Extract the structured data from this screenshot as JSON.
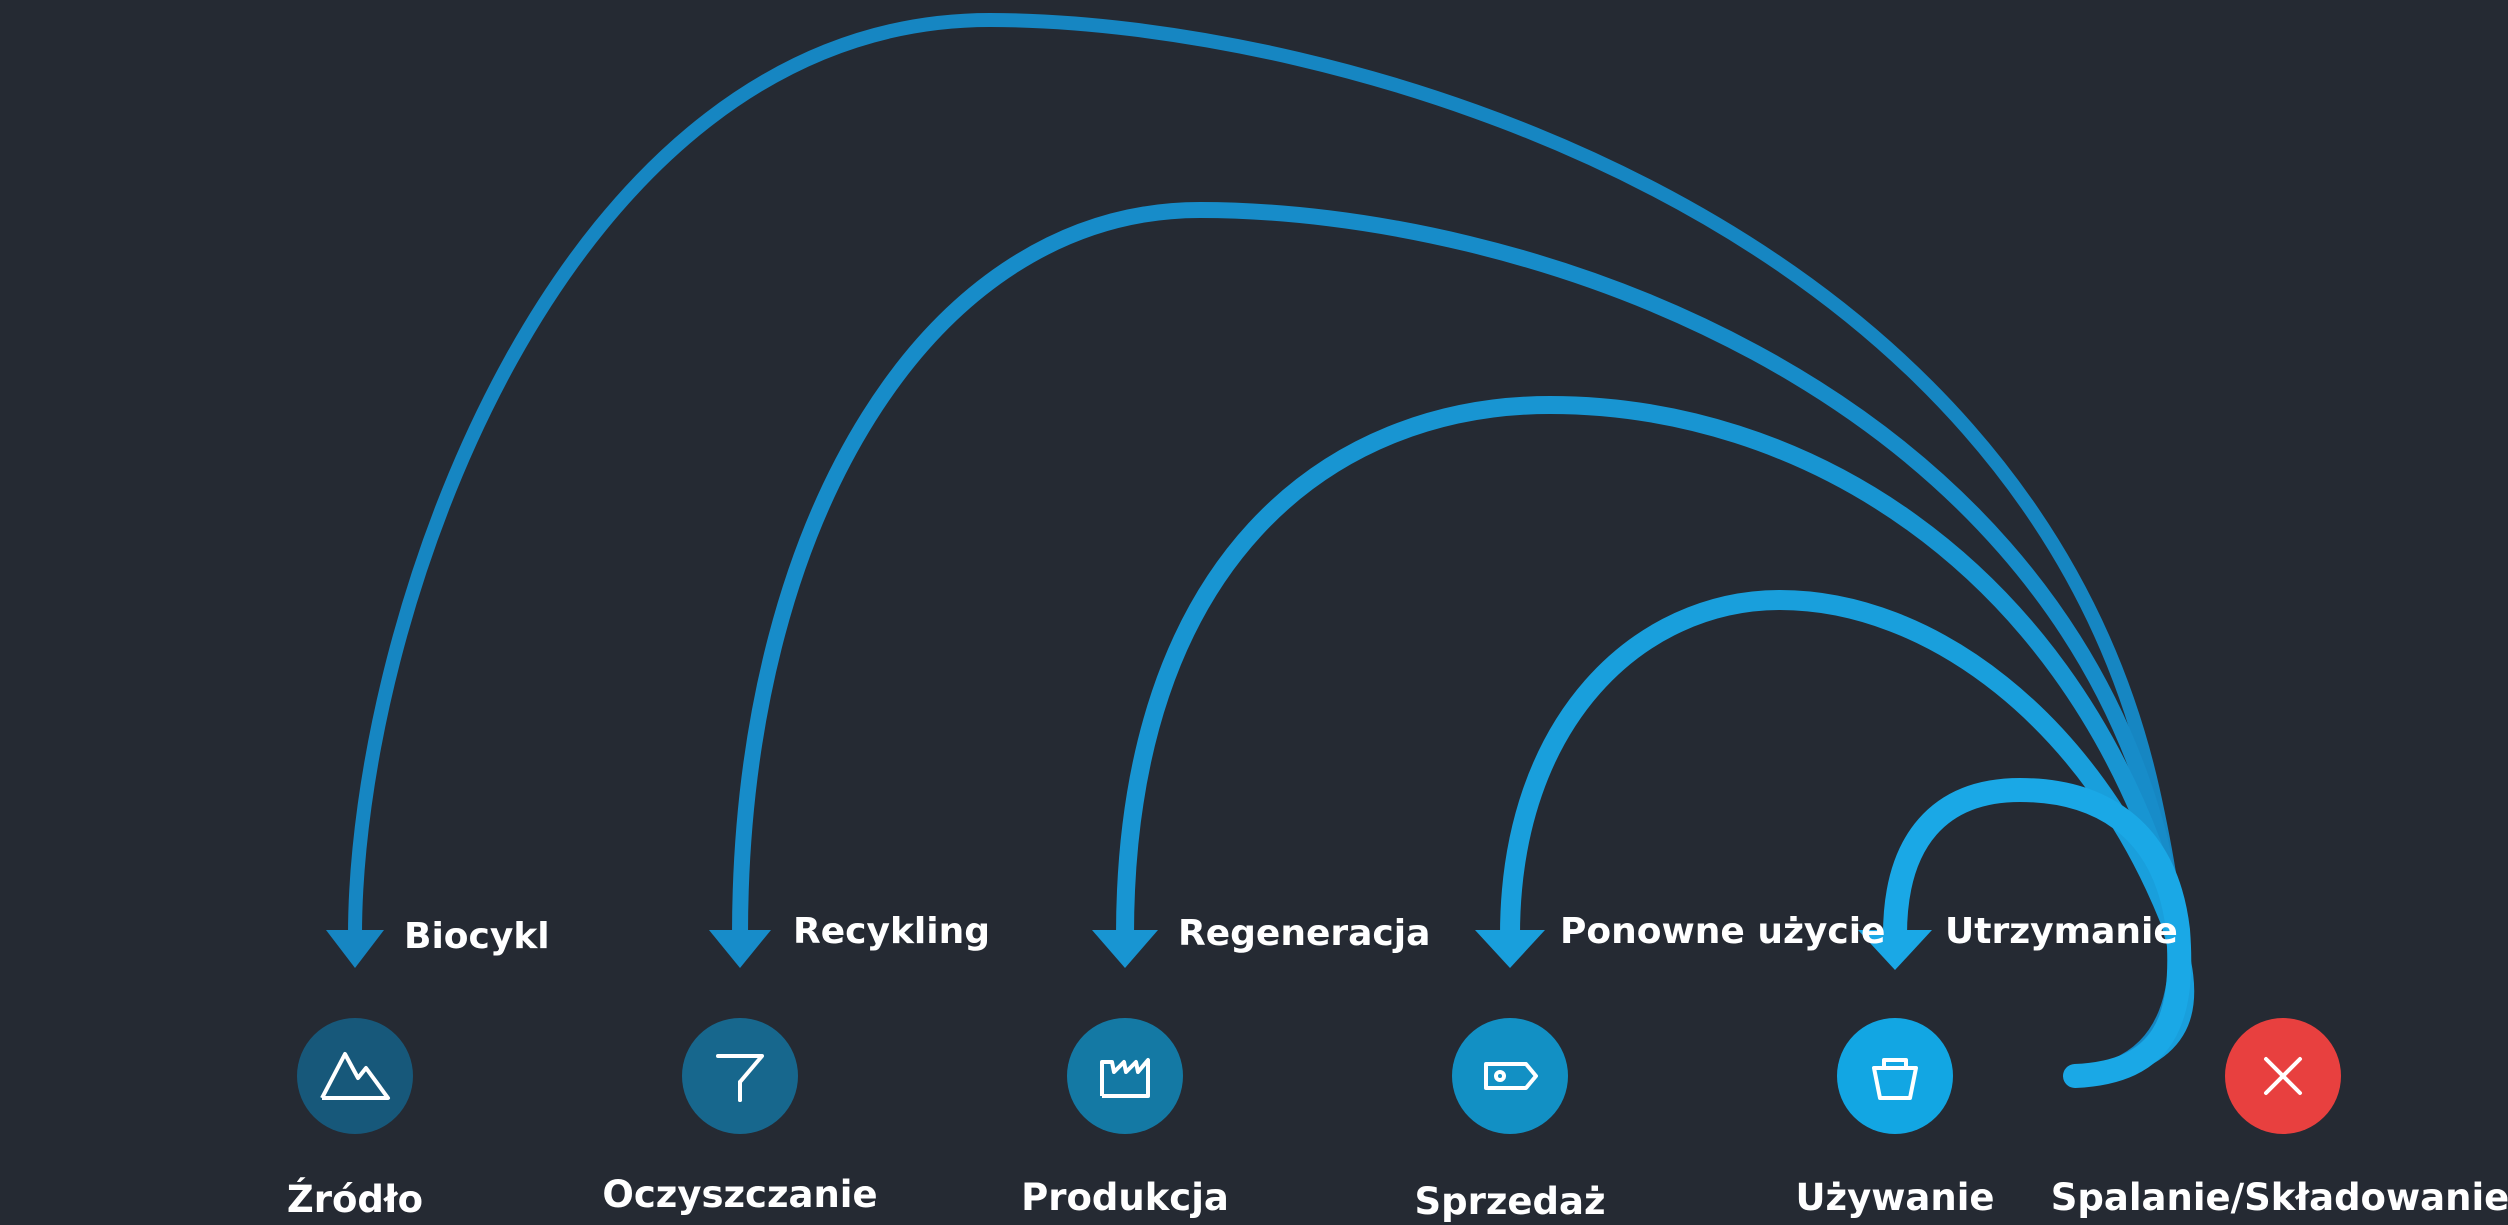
{
  "colors": {
    "background": "#252a33",
    "arrow": "#1a9ad6",
    "nodes": [
      "#17587a",
      "#17678d",
      "#1479a4",
      "#1290c4",
      "#12a6e3"
    ],
    "end_node": "#e8403f",
    "icon": "#ffffff"
  },
  "stages": [
    {
      "label": "Źródło",
      "icon": "mountain-icon"
    },
    {
      "label": "Oczyszczanie",
      "icon": "funnel-icon"
    },
    {
      "label": "Produkcja",
      "icon": "factory-icon"
    },
    {
      "label": "Sprzedaż",
      "icon": "price-tag-icon"
    },
    {
      "label": "Używanie",
      "icon": "shopping-bag-icon"
    }
  ],
  "end_stage": {
    "label": "Spalanie/Składowanie",
    "icon": "close-icon"
  },
  "loops": [
    {
      "label": "Biocykl",
      "target_stage": "Źródło"
    },
    {
      "label": "Recykling",
      "target_stage": "Oczyszczanie"
    },
    {
      "label": "Regeneracja",
      "target_stage": "Produkcja"
    },
    {
      "label": "Ponowne użycie",
      "target_stage": "Sprzedaż"
    },
    {
      "label": "Utrzymanie",
      "target_stage": "Używanie"
    }
  ]
}
